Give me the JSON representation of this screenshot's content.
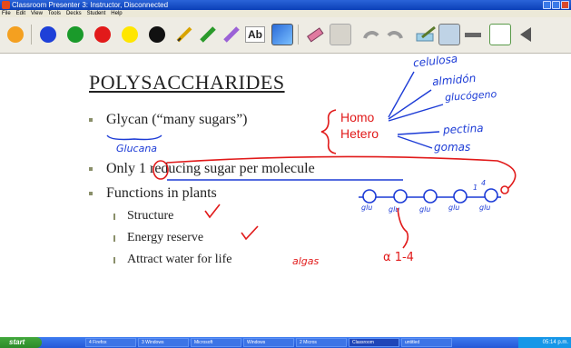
{
  "window": {
    "title": "Classroom Presenter 3: Instructor, Disconnected"
  },
  "menu": [
    "File",
    "Edit",
    "View",
    "Tools",
    "Decks",
    "Student",
    "Help"
  ],
  "toolbar": {
    "text_tool_label": "Ab",
    "pen_colors": [
      "#f4a020",
      "#1e40d8",
      "#1a9a2a",
      "#e21a1a",
      "#ffe600",
      "#111111"
    ]
  },
  "slide": {
    "title": "POLYSACCHARIDES",
    "bullet1": "Glycan (“many sugars”)",
    "bullet2": "Only 1 reducing sugar per molecule",
    "bullet3": "Functions in plants",
    "sub1": "Structure",
    "sub2": "Energy reserve",
    "sub3": "Attract water for life",
    "homo": "Homo",
    "hetero": "Hetero"
  },
  "ink": {
    "celulosa": "celulosa",
    "almidon": "almidón",
    "glucogeno": "glucógeno",
    "pectina": "pectina",
    "gomas": "gomas",
    "glucana": "Glucana",
    "algas": "algas",
    "alpha": "α 1-4",
    "glu": "glu",
    "bond_1": "1",
    "bond_4": "4"
  },
  "taskbar": {
    "start": "start",
    "tasks": [
      "4 Firefox",
      "3 Windows",
      "Microsoft",
      "Windows",
      "2 Micros",
      "Classroom",
      "untitled"
    ],
    "clock": "05:14 p.m."
  },
  "colors": {
    "ink_blue": "#1c3bd6",
    "ink_red": "#e11a1a",
    "title_bar": "#0b3fb8"
  }
}
